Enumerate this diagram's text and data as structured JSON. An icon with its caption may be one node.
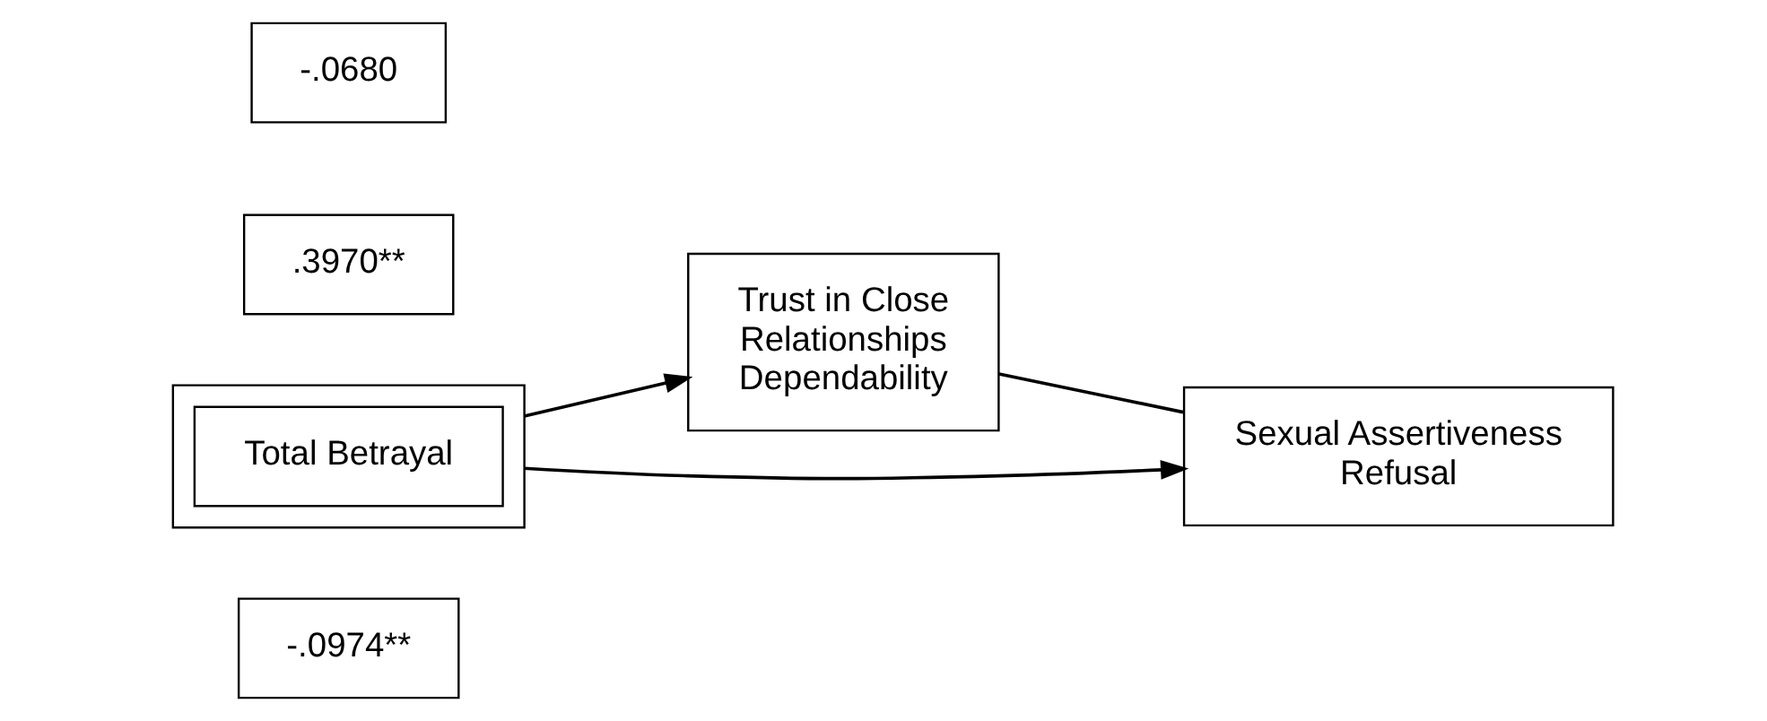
{
  "diagram": {
    "nodes": [
      {
        "text": [
          "-.0974**"
        ]
      },
      {
        "text": [
          "Trust in Close Relationships Dependability"
        ]
      },
      {
        "text": [
          ".3970**"
        ]
      },
      {
        "text": [],
        "shape": "box"
      },
      {
        "text": [
          "Total Betrayal"
        ],
        "in": 3
      },
      {
        "text": [
          "Sexual Assertiveness Refusal"
        ]
      },
      {
        "text": [
          "-.0680"
        ]
      }
    ],
    "edges": [
      {
        "from": 3,
        "to": 1,
        "arrow": "to"
      },
      {
        "from": 1,
        "to": 5,
        "arrow": "none"
      },
      {
        "from": 3,
        "to": 5,
        "arrow": "to"
      }
    ]
  }
}
